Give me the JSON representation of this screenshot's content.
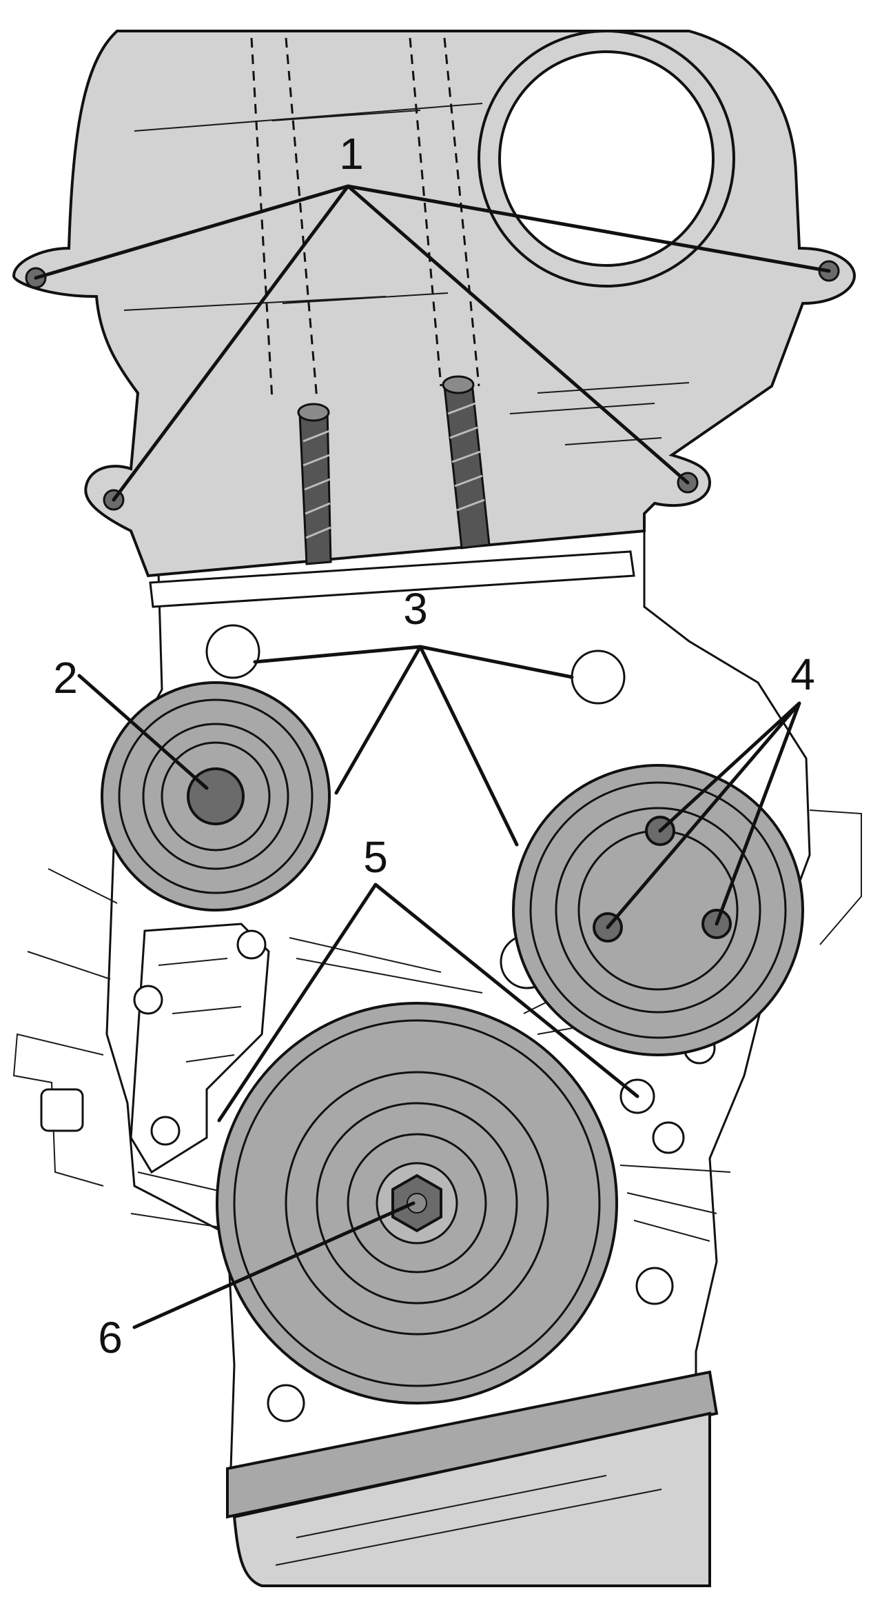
{
  "colors": {
    "background": "#ffffff",
    "cover_gray": "#d2d2d2",
    "pulley_gray": "#a8a8a8",
    "bolt_dark": "#6b6b6b",
    "line": "#111111"
  },
  "callouts": [
    {
      "id": "1",
      "label": "1"
    },
    {
      "id": "2",
      "label": "2"
    },
    {
      "id": "3",
      "label": "3"
    },
    {
      "id": "4",
      "label": "4"
    },
    {
      "id": "5",
      "label": "5"
    },
    {
      "id": "6",
      "label": "6"
    }
  ]
}
